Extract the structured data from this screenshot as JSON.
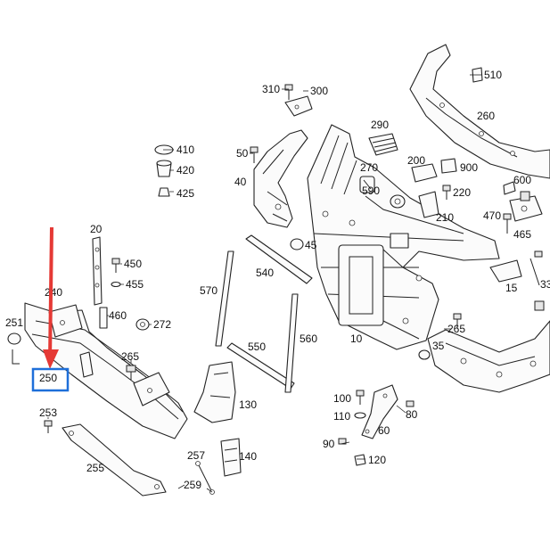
{
  "labels": [
    {
      "id": "p510",
      "text": "510"
    },
    {
      "id": "p310",
      "text": "310"
    },
    {
      "id": "p300",
      "text": "300"
    },
    {
      "id": "p260",
      "text": "260"
    },
    {
      "id": "p290",
      "text": "290"
    },
    {
      "id": "p410",
      "text": "410"
    },
    {
      "id": "p420",
      "text": "420"
    },
    {
      "id": "p425",
      "text": "425"
    },
    {
      "id": "p50",
      "text": "50"
    },
    {
      "id": "p40",
      "text": "40"
    },
    {
      "id": "p270",
      "text": "270"
    },
    {
      "id": "p200",
      "text": "200"
    },
    {
      "id": "p900",
      "text": "900"
    },
    {
      "id": "p600",
      "text": "600"
    },
    {
      "id": "p590",
      "text": "590"
    },
    {
      "id": "p220",
      "text": "220"
    },
    {
      "id": "p210",
      "text": "210"
    },
    {
      "id": "p470",
      "text": "470"
    },
    {
      "id": "p465",
      "text": "465"
    },
    {
      "id": "p20",
      "text": "20"
    },
    {
      "id": "p45",
      "text": "45"
    },
    {
      "id": "p450",
      "text": "450"
    },
    {
      "id": "p455",
      "text": "455"
    },
    {
      "id": "p540",
      "text": "540"
    },
    {
      "id": "p15",
      "text": "15"
    },
    {
      "id": "p33",
      "text": "33"
    },
    {
      "id": "p240",
      "text": "240"
    },
    {
      "id": "p570",
      "text": "570"
    },
    {
      "id": "p460",
      "text": "460"
    },
    {
      "id": "p272",
      "text": "272"
    },
    {
      "id": "p251",
      "text": "251"
    },
    {
      "id": "p10",
      "text": "10"
    },
    {
      "id": "p265a",
      "text": "265"
    },
    {
      "id": "p265b",
      "text": "265"
    },
    {
      "id": "p550",
      "text": "550"
    },
    {
      "id": "p560",
      "text": "560"
    },
    {
      "id": "p35",
      "text": "35"
    },
    {
      "id": "p250",
      "text": "250"
    },
    {
      "id": "p100",
      "text": "100"
    },
    {
      "id": "p110",
      "text": "110"
    },
    {
      "id": "p80",
      "text": "80"
    },
    {
      "id": "p130",
      "text": "130"
    },
    {
      "id": "p253",
      "text": "253"
    },
    {
      "id": "p60",
      "text": "60"
    },
    {
      "id": "p90",
      "text": "90"
    },
    {
      "id": "p257",
      "text": "257"
    },
    {
      "id": "p140",
      "text": "140"
    },
    {
      "id": "p120",
      "text": "120"
    },
    {
      "id": "p255",
      "text": "255"
    },
    {
      "id": "p259",
      "text": "259"
    }
  ],
  "highlight": {
    "label": "250",
    "box_color": "#1e6fd9",
    "arrow_color": "#e53935"
  }
}
